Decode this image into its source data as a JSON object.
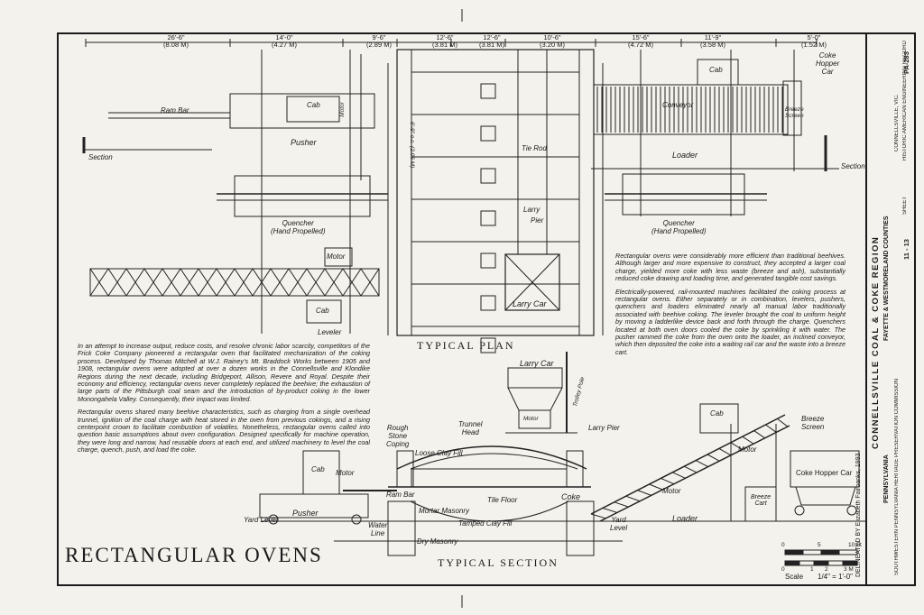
{
  "title": "RECTANGULAR OVENS",
  "views": {
    "plan": "TYPICAL PLAN",
    "section": "TYPICAL SECTION"
  },
  "top_dimensions": [
    {
      "ft": "26'-6\"",
      "m": "(8.08 M)"
    },
    {
      "ft": "14'-0\"",
      "m": "(4.27 M)"
    },
    {
      "ft": "9'-6\"",
      "m": "(2.89 M)"
    },
    {
      "ft": "12'-6\"",
      "m": "(3.81 M)"
    },
    {
      "ft": "12'-6\"",
      "m": "(3.81 M)"
    },
    {
      "ft": "10'-6\"",
      "m": "(3.20 M)"
    },
    {
      "ft": "15'-6\"",
      "m": "(4.72 M)"
    },
    {
      "ft": "11'-9\"",
      "m": "(3.58 M)"
    },
    {
      "ft": "5'-0\"",
      "m": "(1.52 M)"
    }
  ],
  "pier_dim": {
    "ft": "6'-9\" o.c.",
    "m": "(2.06 M)"
  },
  "plan_labels": {
    "ram_bar": "Ram Bar",
    "cab_left": "Cab",
    "motor_left": "Motor",
    "pusher": "Pusher",
    "section_left": "Section",
    "quencher_left": "Quencher\n(Hand Propelled)",
    "motor_leveler": "Motor",
    "cab_leveler": "Cab",
    "leveler": "Leveler",
    "tie_rod": "Tie Rod",
    "larry": "Larry",
    "pier": "Pier",
    "larry_car": "Larry Car",
    "cab_right": "Cab",
    "conveyor": "Conveyor",
    "breeze_screen": "Breeze\nScreen",
    "coke_hopper_car": "Coke\nHopper\nCar",
    "loader": "Loader",
    "section_right": "Section",
    "quencher_right": "Quencher\n(Hand Propelled)"
  },
  "section_labels": {
    "larry_car": "Larry Car",
    "trolley_pole": "Trolley Pole",
    "larry_pier": "Larry Pier",
    "motor_larry": "Motor",
    "trunnel_head": "Trunnel\nHead",
    "rough_stone": "Rough\nStone\nCoping",
    "loose_clay": "Loose Clay Fill",
    "cab_pusher": "Cab",
    "motor_pusher": "Motor",
    "ram_bar": "Ram Bar",
    "tile_floor": "Tile Floor",
    "coke": "Coke",
    "pusher": "Pusher",
    "yard_level_left": "Yard Level",
    "water_line": "Water\nLine",
    "mortar_masonry": "Mortar Masonry",
    "tamped_clay": "Tamped Clay Fill",
    "dry_masonry": "Dry Masonry",
    "yard_level_right": "Yard\nLevel",
    "loader": "Loader",
    "motor_loader": "Motor",
    "cab_loader": "Cab",
    "motor_conveyor": "Motor",
    "breeze_screen": "Breeze\nScreen",
    "coke_hopper_car": "Coke Hopper Car",
    "breeze_cart": "Breeze\nCart"
  },
  "text_left": [
    "In an attempt to increase output, reduce costs, and resolve chronic labor scarcity, competitors of the Frick Coke Company pioneered a rectangular oven that facilitated mechanization of the coking process. Developed by Thomas Mitchell at W.J. Rainey's Mt. Braddock Works between 1905 and 1908, rectangular ovens were adopted at over a dozen works in the Connellsville and Klondike Regions during the next decade, including Bridgeport, Allison, Revere and Royal. Despite their economy and efficiency, rectangular ovens never completely replaced the beehive; the exhaustion of large parts of the Pittsburgh coal seam and the introduction of by-product coking in the lower Monongahela Valley. Consequently, their impact was limited.",
    "Rectangular ovens shared many beehive characteristics, such as charging from a single overhead trunnel, ignition of the coal charge with heat stored in the oven from previous cokings, and a rising centerpoint crown to facilitate combustion of volatiles. Nonetheless, rectangular ovens called into question basic assumptions about oven configuration. Designed specifically for machine operation, they were long and narrow, had reusable doors at each end, and utilized machinery to level the coal charge, quench, push, and load the coke."
  ],
  "text_right": [
    "Rectangular ovens were considerably more efficient than traditional beehives. Although larger and more expensive to construct, they accepted a larger coal charge, yielded more coke with less waste (breeze and ash), substantially reduced coke drawing and loading time, and generated tangible cost savings.",
    "Electrically-powered, rail-mounted machines facilitated the coking process at rectangular ovens. Either separately or in combination, levelers, pushers, quenchers and loaders eliminated nearly all manual labor traditionally associated with beehive coking. The leveler brought the coal to uniform height by moving a ladderlike device back and forth through the charge. Quenchers located at both oven doors cooled the coke by sprinkling it with water. The pusher rammed the coke from the oven onto the loader, an inclined conveyor, which then deposited the coke into a waiting rail car and the waste into a breeze cart."
  ],
  "scale": {
    "ft": [
      "0",
      "5",
      "10 Ft"
    ],
    "m": [
      "0",
      "1",
      "2",
      "3 M"
    ],
    "label": "Scale",
    "ratio": "1/4\" = 1'-0\""
  },
  "delineator": "DELINEATED BY Elizabeth Fairbanks, 1993",
  "title_block": {
    "main": "CONNELLSVILLE COAL & COKE REGION",
    "sub": "FAYETTE & WESTMORELAND COUNTIES",
    "state": "PENNSYLVANIA",
    "sheet_label": "SHEET",
    "sheet_num": "11 - 13",
    "haer_label": "HISTORIC AMERICAN ENGINEERING RECORD",
    "haer_num": "PA-283",
    "org": "SOUTHWESTERN PENNSYLVANIA HERITAGE PRESERVATION COMMISSION",
    "cv": "CONNELLSVILLE, VIC."
  }
}
